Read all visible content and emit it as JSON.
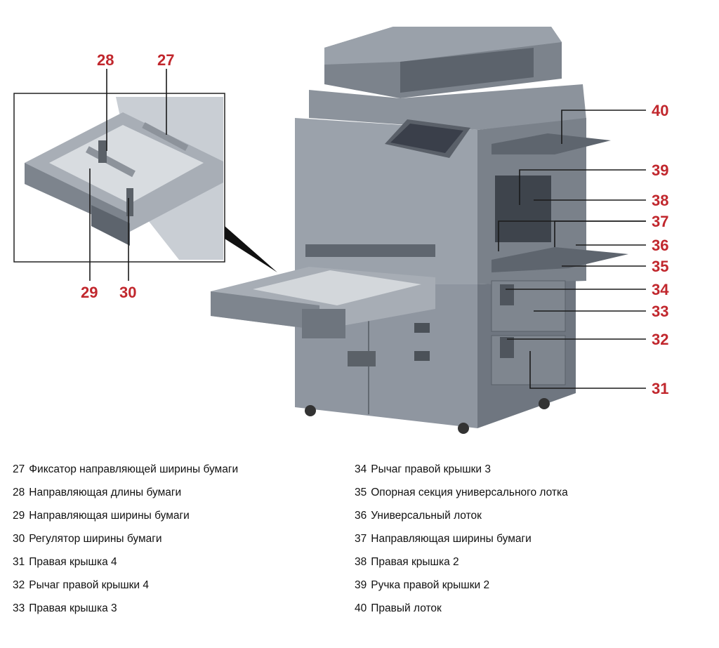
{
  "callouts": {
    "c27": "27",
    "c28": "28",
    "c29": "29",
    "c30": "30",
    "c31": "31",
    "c32": "32",
    "c33": "33",
    "c34": "34",
    "c35": "35",
    "c36": "36",
    "c37": "37",
    "c38": "38",
    "c39": "39",
    "c40": "40"
  },
  "legend": {
    "left": [
      {
        "num": "27",
        "text": "Фиксатор направляющей ширины бумаги"
      },
      {
        "num": "28",
        "text": "Направляющая длины бумаги"
      },
      {
        "num": "29",
        "text": "Направляющая ширины бумаги"
      },
      {
        "num": "30",
        "text": "Регулятор ширины бумаги"
      },
      {
        "num": "31",
        "text": "Правая крышка 4"
      },
      {
        "num": "32",
        "text": "Рычаг правой крышки 4"
      },
      {
        "num": "33",
        "text": "Правая крышка 3"
      }
    ],
    "right": [
      {
        "num": "34",
        "text": "Рычаг правой крышки 3"
      },
      {
        "num": "35",
        "text": "Опорная секция универсального лотка"
      },
      {
        "num": "36",
        "text": "Универсальный лоток"
      },
      {
        "num": "37",
        "text": "Направляющая ширины бумаги"
      },
      {
        "num": "38",
        "text": "Правая крышка 2"
      },
      {
        "num": "39",
        "text": "Ручка правой крышки 2"
      },
      {
        "num": "40",
        "text": "Правый лоток"
      }
    ]
  },
  "colors": {
    "callout": "#c1272d",
    "body": "#8f96a0",
    "body_dark": "#6f7680",
    "body_light": "#b4bac2",
    "screen": "#3a3f4a"
  }
}
